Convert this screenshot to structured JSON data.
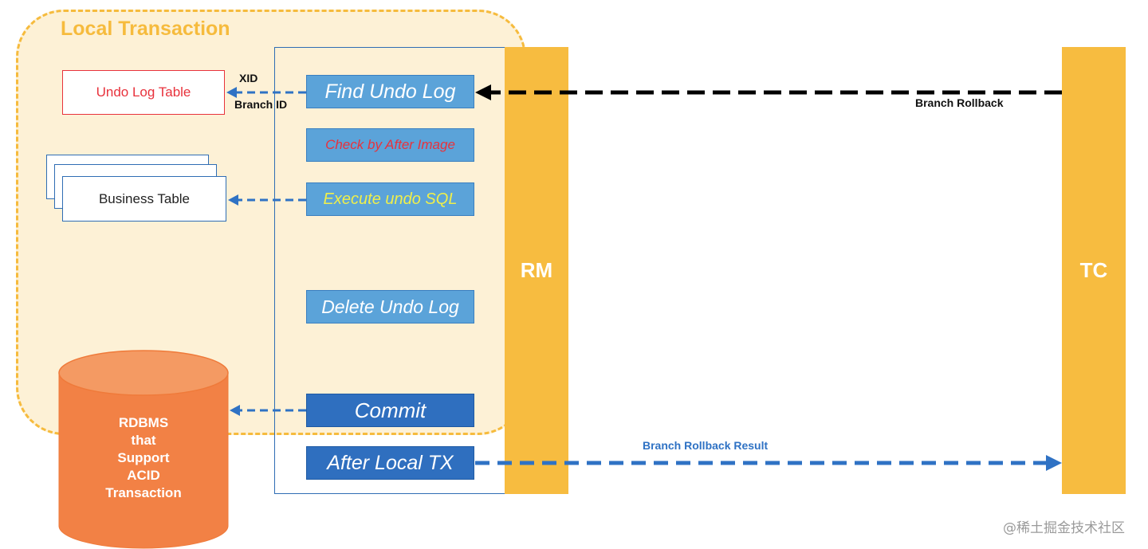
{
  "local_transaction": {
    "title": "Local Transaction"
  },
  "tables": {
    "undo_log": "Undo Log Table",
    "business": "Business Table"
  },
  "steps": {
    "find": "Find Undo Log",
    "check": "Check by After Image",
    "execute": "Execute undo SQL",
    "delete": "Delete Undo Log",
    "commit": "Commit",
    "after": "After Local TX"
  },
  "participants": {
    "rm": "RM",
    "tc": "TC"
  },
  "arrow_labels": {
    "xid": "XID",
    "branch_id": "Branch ID",
    "branch_rollback": "Branch Rollback",
    "branch_rollback_result": "Branch Rollback Result"
  },
  "database": {
    "lines": [
      "RDBMS",
      "that",
      "Support",
      "ACID",
      "Transaction"
    ]
  },
  "watermark": "@稀土掘金技术社区",
  "colors": {
    "region_fill": "#fdf1d6",
    "region_border": "#f6bb3d",
    "bar": "#f7bc40",
    "step_light": "#5ba3d9",
    "step_dark": "#2f6fbf",
    "cylinder": "#f28145",
    "arrow_blue": "#2f72c4",
    "arrow_black": "#000000",
    "undo_red": "#e8323c"
  }
}
